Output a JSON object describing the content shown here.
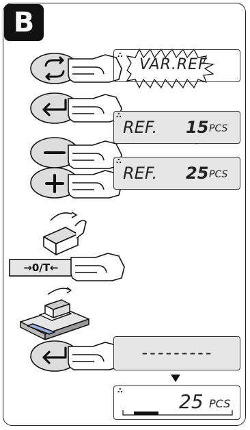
{
  "step_badge": "B",
  "displays": {
    "var_ref": "VAR.REF",
    "ref_15_prefix": "REF.",
    "ref_15_value": "15",
    "ref_15_unit": "PCS",
    "ref_25_prefix": "REF.",
    "ref_25_value": "25",
    "ref_25_unit": "PCS",
    "dashes": "---------",
    "result_value": "25",
    "result_unit": "PCS"
  },
  "keys": {
    "tare_label": "→0/T←"
  },
  "icons": [
    "swap-arrows-icon",
    "enter-icon",
    "minus-icon",
    "plus-icon",
    "pointing-hand-icon",
    "container-icon",
    "balance-icon",
    "down-arrow-icon",
    "weight-dots-icon"
  ]
}
